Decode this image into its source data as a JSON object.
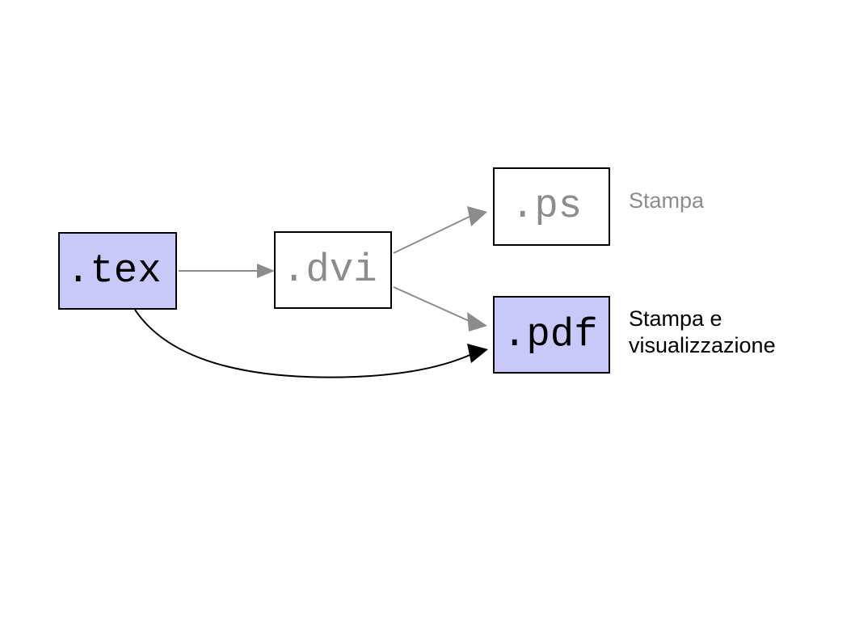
{
  "diagram": {
    "title_text": "",
    "colors": {
      "node_fill_highlight": "#c9c9f9",
      "node_fill_plain": "#ffffff",
      "node_border": "#000000",
      "text_black": "#000000",
      "text_gray": "#8c8c8c",
      "arrow_gray": "#8c8c8c",
      "arrow_black": "#000000",
      "background": "#ffffff"
    },
    "nodes": [
      {
        "id": "tex",
        "label": ".tex",
        "fill": "#c9c9f9",
        "text_color": "#000000"
      },
      {
        "id": "dvi",
        "label": ".dvi",
        "fill": "#ffffff",
        "text_color": "#8c8c8c"
      },
      {
        "id": "ps",
        "label": ".ps",
        "fill": "#ffffff",
        "text_color": "#8c8c8c"
      },
      {
        "id": "pdf",
        "label": ".pdf",
        "fill": "#c9c9f9",
        "text_color": "#000000"
      }
    ],
    "edges": [
      {
        "id": "tex-to-dvi",
        "from": ".tex",
        "to": ".dvi",
        "style": "straight",
        "color": "#8c8c8c"
      },
      {
        "id": "dvi-to-ps",
        "from": ".dvi",
        "to": ".ps",
        "style": "straight",
        "color": "#8c8c8c"
      },
      {
        "id": "dvi-to-pdf",
        "from": ".dvi",
        "to": ".pdf",
        "style": "straight",
        "color": "#8c8c8c"
      },
      {
        "id": "tex-to-pdf",
        "from": ".tex",
        "to": ".pdf",
        "style": "curved",
        "color": "#000000"
      }
    ],
    "annotations": [
      {
        "id": "stampa",
        "text": "Stampa",
        "color": "#8c8c8c",
        "target": ".ps"
      },
      {
        "id": "stampa-vis",
        "text": "Stampa e\nvisualizzazione",
        "color": "#000000",
        "target": ".pdf"
      }
    ]
  }
}
